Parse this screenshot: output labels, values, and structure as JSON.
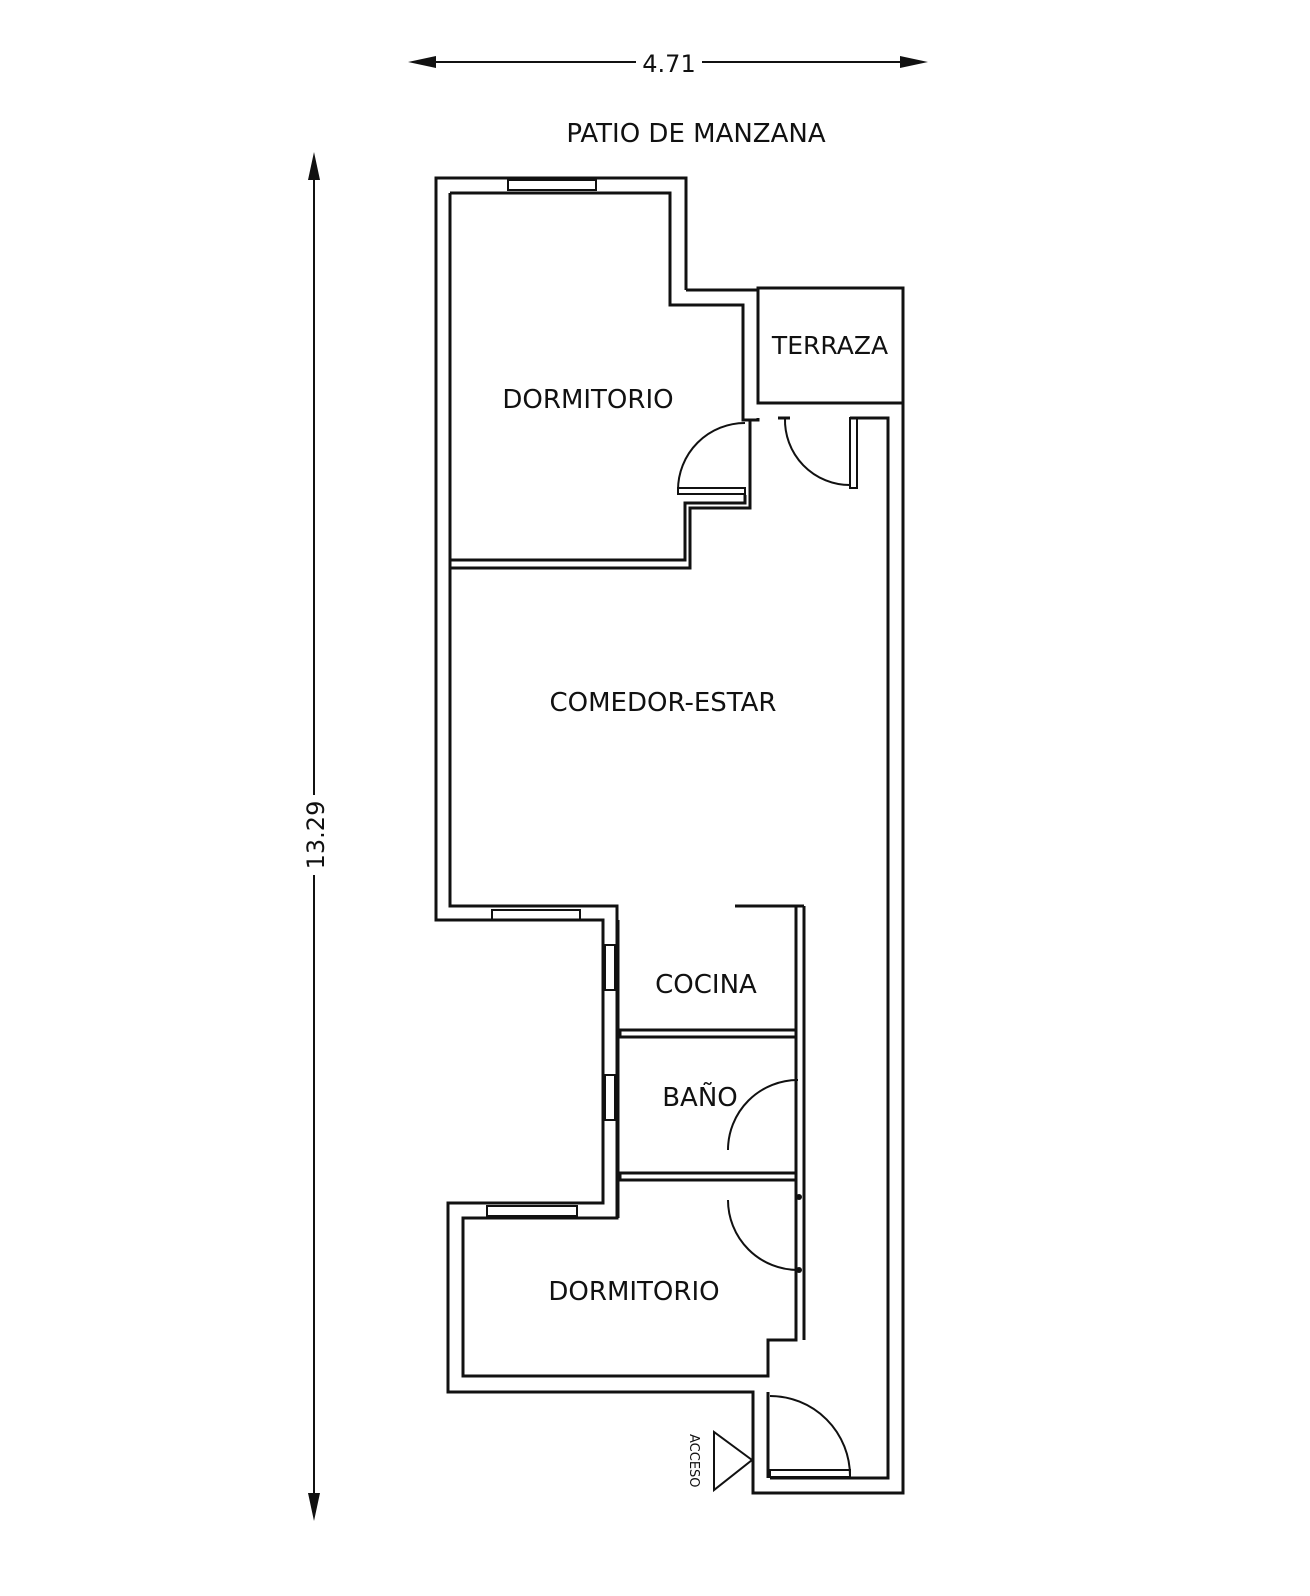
{
  "dimensions": {
    "width": "4.71",
    "height": "13.29"
  },
  "labels": {
    "orientation": "PATIO DE MANZANA",
    "terrace": "TERRAZA",
    "bedroom_top": "DORMITORIO",
    "living": "COMEDOR-ESTAR",
    "kitchen": "COCINA",
    "bathroom": "BAÑO",
    "bedroom_bottom": "DORMITORIO",
    "access": "ACCESO"
  }
}
